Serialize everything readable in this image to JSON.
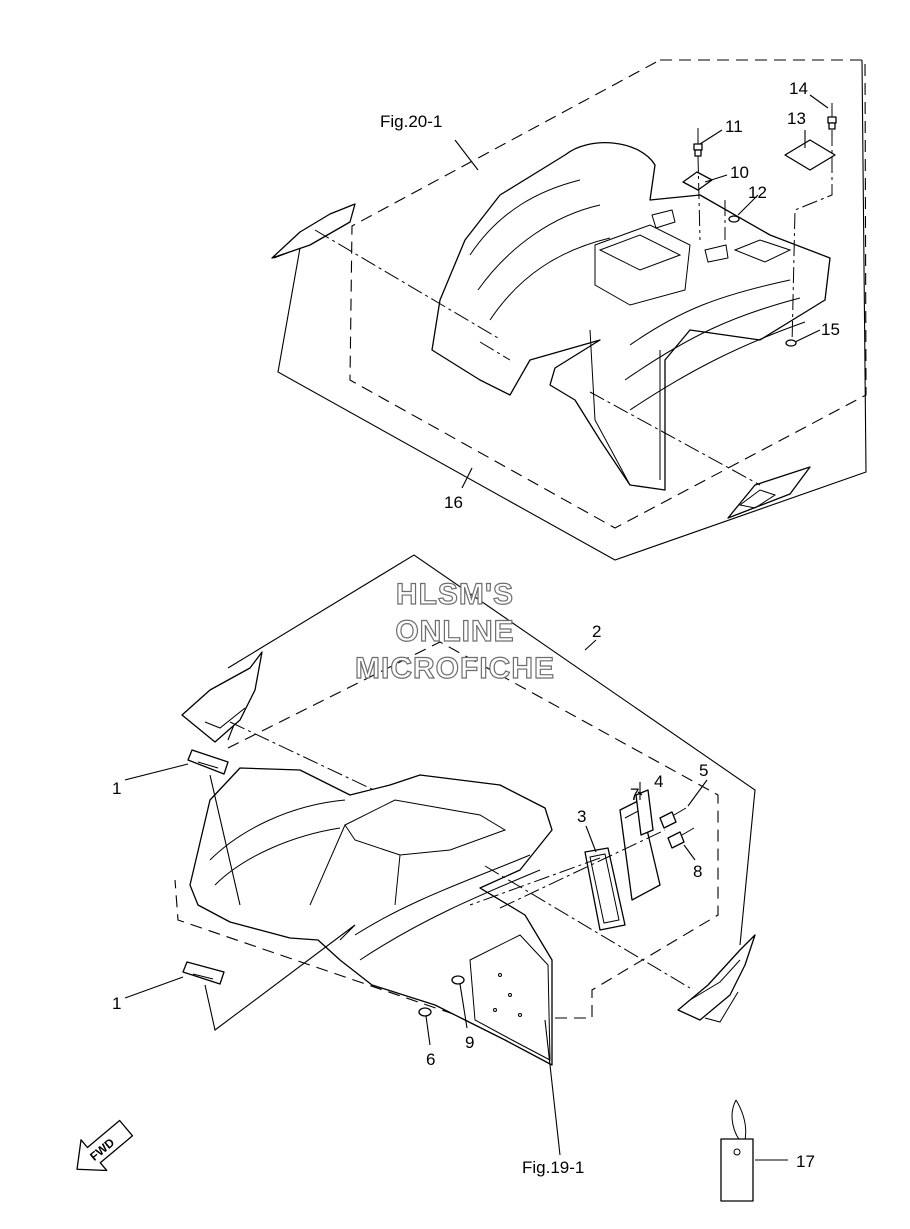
{
  "figure_refs": {
    "top": "Fig.20-1",
    "bottom": "Fig.19-1"
  },
  "callouts": [
    "1",
    "1",
    "2",
    "3",
    "4",
    "5",
    "6",
    "7",
    "8",
    "9",
    "10",
    "11",
    "12",
    "13",
    "14",
    "15",
    "16",
    "17"
  ],
  "watermark": {
    "line1": "HLSM'S",
    "line2": "ONLINE",
    "line3": "MICROFICHE"
  },
  "fwd_label": "FWD",
  "icons": {
    "direction": "fwd-arrow-icon"
  }
}
